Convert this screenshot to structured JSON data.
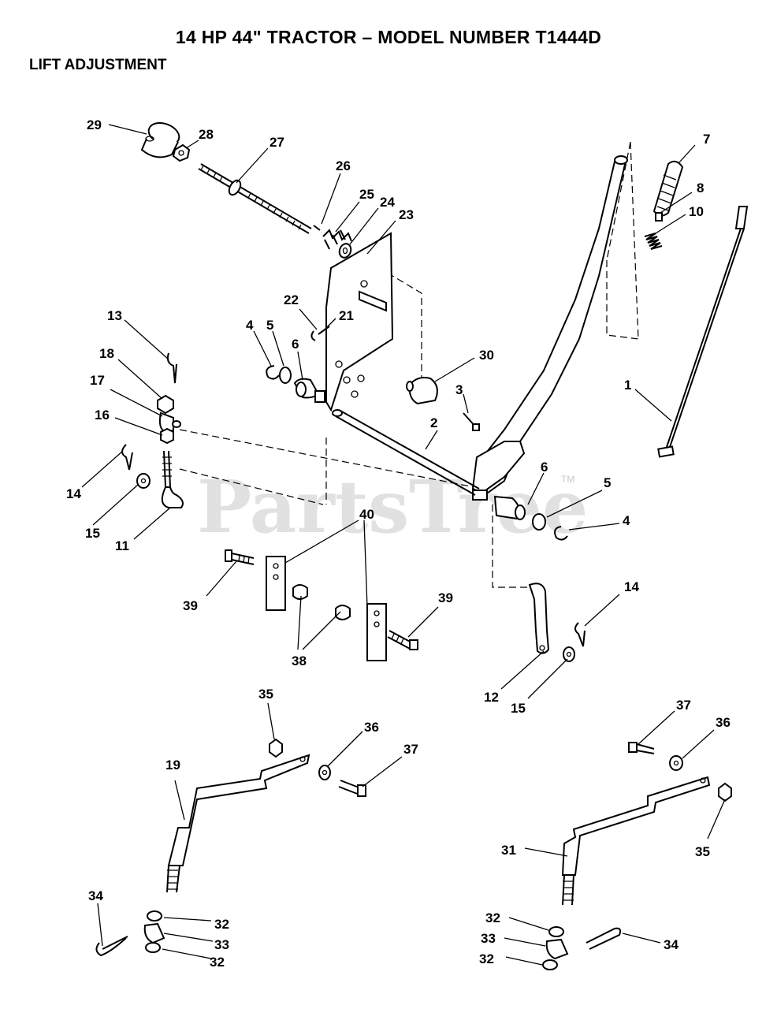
{
  "header": {
    "title": "14 HP 44\" TRACTOR – MODEL NUMBER T1444D",
    "subtitle": "LIFT ADJUSTMENT"
  },
  "watermark": {
    "text": "PartsTree",
    "trademark": "TM"
  },
  "callouts": [
    {
      "id": "c29",
      "label": "29"
    },
    {
      "id": "c28",
      "label": "28"
    },
    {
      "id": "c27",
      "label": "27"
    },
    {
      "id": "c26",
      "label": "26"
    },
    {
      "id": "c25",
      "label": "25"
    },
    {
      "id": "c24",
      "label": "24"
    },
    {
      "id": "c23",
      "label": "23"
    },
    {
      "id": "c7",
      "label": "7"
    },
    {
      "id": "c8",
      "label": "8"
    },
    {
      "id": "c10",
      "label": "10"
    },
    {
      "id": "c22",
      "label": "22"
    },
    {
      "id": "c21",
      "label": "21"
    },
    {
      "id": "c13",
      "label": "13"
    },
    {
      "id": "c4a",
      "label": "4"
    },
    {
      "id": "c5a",
      "label": "5"
    },
    {
      "id": "c6a",
      "label": "6"
    },
    {
      "id": "c30",
      "label": "30"
    },
    {
      "id": "c18",
      "label": "18"
    },
    {
      "id": "c1",
      "label": "1"
    },
    {
      "id": "c17",
      "label": "17"
    },
    {
      "id": "c3",
      "label": "3"
    },
    {
      "id": "c16",
      "label": "16"
    },
    {
      "id": "c2",
      "label": "2"
    },
    {
      "id": "c14a",
      "label": "14"
    },
    {
      "id": "c15a",
      "label": "15"
    },
    {
      "id": "c11",
      "label": "11"
    },
    {
      "id": "c6b",
      "label": "6"
    },
    {
      "id": "c5b",
      "label": "5"
    },
    {
      "id": "c4b",
      "label": "4"
    },
    {
      "id": "c40",
      "label": "40"
    },
    {
      "id": "c39a",
      "label": "39"
    },
    {
      "id": "c39b",
      "label": "39"
    },
    {
      "id": "c38",
      "label": "38"
    },
    {
      "id": "c14b",
      "label": "14"
    },
    {
      "id": "c12",
      "label": "12"
    },
    {
      "id": "c15b",
      "label": "15"
    },
    {
      "id": "c35a",
      "label": "35"
    },
    {
      "id": "c36a",
      "label": "36"
    },
    {
      "id": "c37a",
      "label": "37"
    },
    {
      "id": "c19",
      "label": "19"
    },
    {
      "id": "c37b",
      "label": "37"
    },
    {
      "id": "c36b",
      "label": "36"
    },
    {
      "id": "c35b",
      "label": "35"
    },
    {
      "id": "c31",
      "label": "31"
    },
    {
      "id": "c34a",
      "label": "34"
    },
    {
      "id": "c32a",
      "label": "32"
    },
    {
      "id": "c33a",
      "label": "33"
    },
    {
      "id": "c32b",
      "label": "32"
    },
    {
      "id": "c32c",
      "label": "32"
    },
    {
      "id": "c33b",
      "label": "33"
    },
    {
      "id": "c34b",
      "label": "34"
    },
    {
      "id": "c32d",
      "label": "32"
    }
  ]
}
